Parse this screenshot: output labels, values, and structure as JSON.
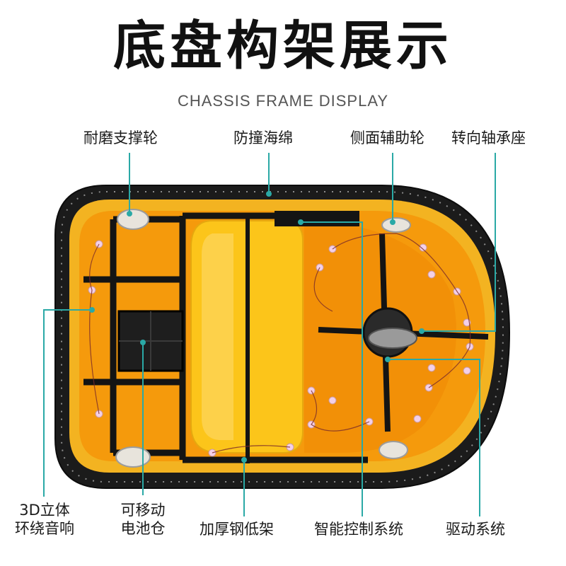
{
  "title": "底盘构架展示",
  "subtitle": "CHASSIS FRAME DISPLAY",
  "callouts": {
    "wear_wheel": "耐磨支撑轮",
    "sponge": "防撞海绵",
    "side_wheel": "侧面辅助轮",
    "bearing": "转向轴承座",
    "audio_line1": "3D立体",
    "audio_line2": "环绕音响",
    "battery_line1": "可移动",
    "battery_line2": "电池仓",
    "steel_frame": "加厚钢低架",
    "control": "智能控制系统",
    "drive": "驱动系统"
  },
  "colors": {
    "accent_line": "#2aa9a6",
    "chassis_orange": "#f59a0c",
    "seat_yellow": "#fcc51a",
    "bumper_black": "#1b1b1b",
    "frame_black": "#141414"
  }
}
